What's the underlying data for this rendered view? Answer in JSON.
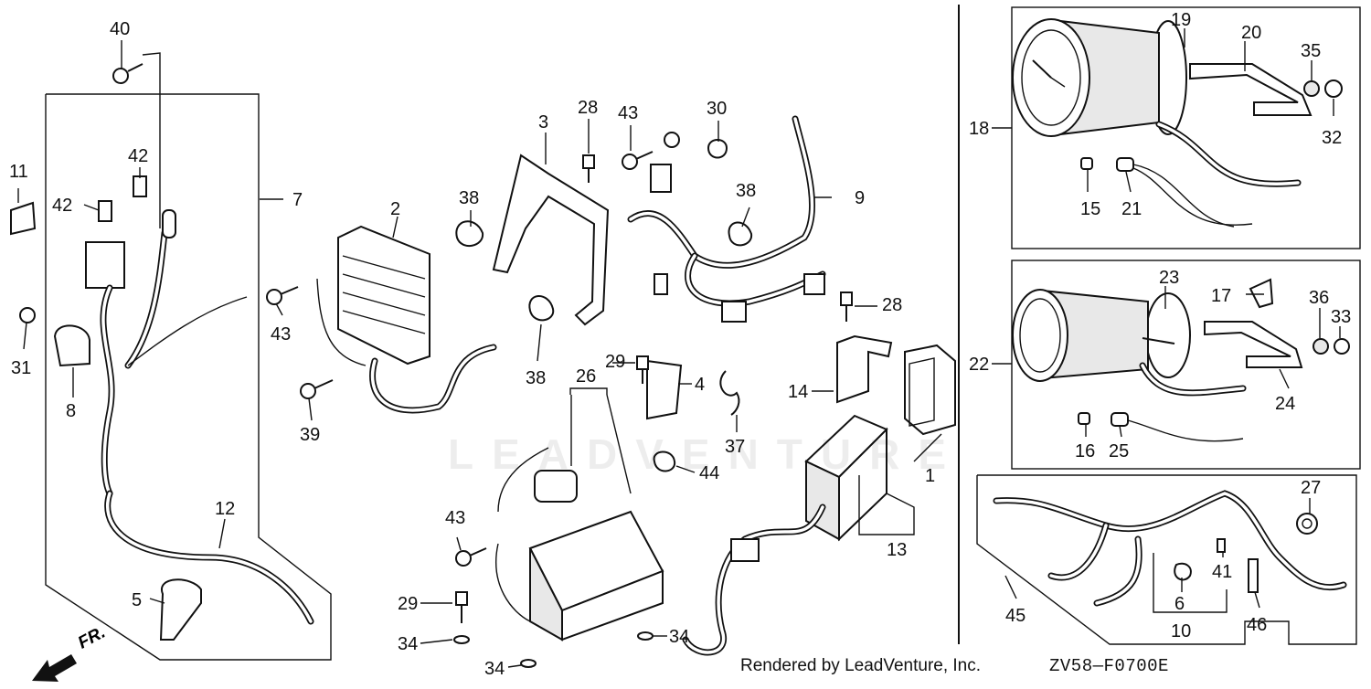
{
  "diagram": {
    "callouts": [
      {
        "id": "c1",
        "text": "1"
      },
      {
        "id": "c2",
        "text": "2"
      },
      {
        "id": "c3",
        "text": "3"
      },
      {
        "id": "c4",
        "text": "4"
      },
      {
        "id": "c5",
        "text": "5"
      },
      {
        "id": "c6",
        "text": "6"
      },
      {
        "id": "c7",
        "text": "7"
      },
      {
        "id": "c8",
        "text": "8"
      },
      {
        "id": "c9",
        "text": "9"
      },
      {
        "id": "c10",
        "text": "10"
      },
      {
        "id": "c11",
        "text": "11"
      },
      {
        "id": "c12",
        "text": "12"
      },
      {
        "id": "c13",
        "text": "13"
      },
      {
        "id": "c14",
        "text": "14"
      },
      {
        "id": "c15",
        "text": "15"
      },
      {
        "id": "c16",
        "text": "16"
      },
      {
        "id": "c17",
        "text": "17"
      },
      {
        "id": "c18",
        "text": "18"
      },
      {
        "id": "c19",
        "text": "19"
      },
      {
        "id": "c20",
        "text": "20"
      },
      {
        "id": "c21",
        "text": "21"
      },
      {
        "id": "c22",
        "text": "22"
      },
      {
        "id": "c23",
        "text": "23"
      },
      {
        "id": "c24",
        "text": "24"
      },
      {
        "id": "c25",
        "text": "25"
      },
      {
        "id": "c26",
        "text": "26"
      },
      {
        "id": "c27",
        "text": "27"
      },
      {
        "id": "c28a",
        "text": "28"
      },
      {
        "id": "c28b",
        "text": "28"
      },
      {
        "id": "c29a",
        "text": "29"
      },
      {
        "id": "c29b",
        "text": "29"
      },
      {
        "id": "c30",
        "text": "30"
      },
      {
        "id": "c31",
        "text": "31"
      },
      {
        "id": "c32",
        "text": "32"
      },
      {
        "id": "c33",
        "text": "33"
      },
      {
        "id": "c34a",
        "text": "34"
      },
      {
        "id": "c34b",
        "text": "34"
      },
      {
        "id": "c34c",
        "text": "34"
      },
      {
        "id": "c35",
        "text": "35"
      },
      {
        "id": "c36",
        "text": "36"
      },
      {
        "id": "c37",
        "text": "37"
      },
      {
        "id": "c38a",
        "text": "38"
      },
      {
        "id": "c38b",
        "text": "38"
      },
      {
        "id": "c38c",
        "text": "38"
      },
      {
        "id": "c39",
        "text": "39"
      },
      {
        "id": "c40",
        "text": "40"
      },
      {
        "id": "c41",
        "text": "41"
      },
      {
        "id": "c42a",
        "text": "42"
      },
      {
        "id": "c42b",
        "text": "42"
      },
      {
        "id": "c43a",
        "text": "43"
      },
      {
        "id": "c43b",
        "text": "43"
      },
      {
        "id": "c43c",
        "text": "43"
      },
      {
        "id": "c44",
        "text": "44"
      },
      {
        "id": "c45",
        "text": "45"
      },
      {
        "id": "c46",
        "text": "46"
      }
    ],
    "direction_label": "FR.",
    "watermark": "LEADVENTURE",
    "credit": "Rendered by LeadVenture, Inc.",
    "code": "ZV58—F0700E"
  }
}
